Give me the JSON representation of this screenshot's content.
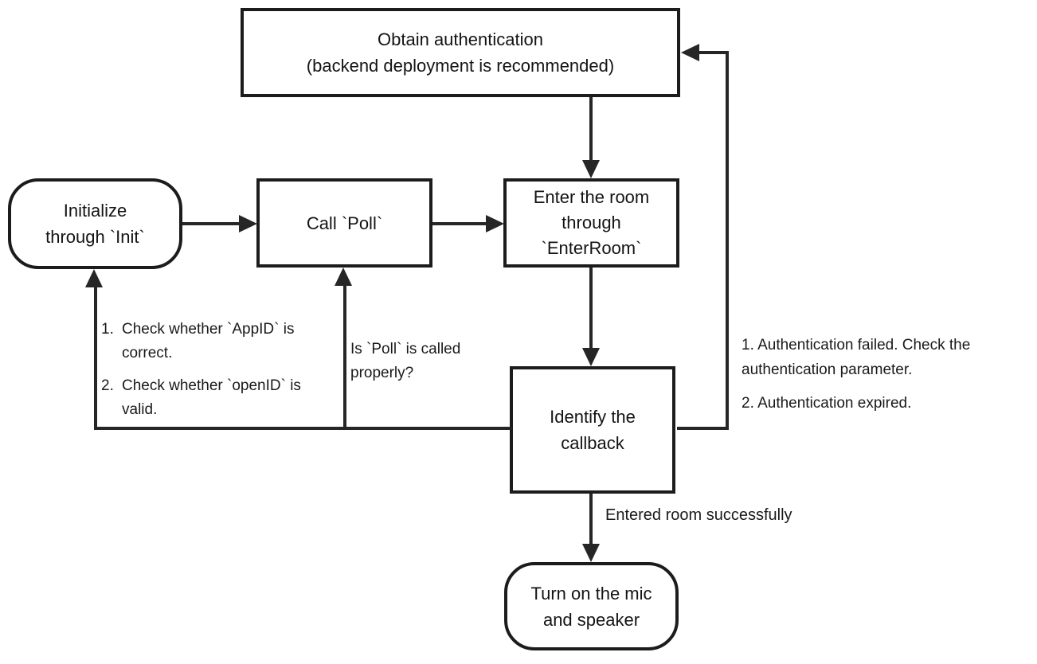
{
  "colors": {
    "background": "#ffffff",
    "line": "#262626",
    "text": "#1a1a1a"
  },
  "nodes": {
    "obtain_auth": {
      "label": "Obtain authentication\n(backend deployment is recommended)",
      "shape": "rect"
    },
    "init": {
      "label": "Initialize\nthrough `Init`",
      "shape": "rounded"
    },
    "call_poll": {
      "label": "Call `Poll`",
      "shape": "rect"
    },
    "enter_room": {
      "label": "Enter the room\nthrough\n`EnterRoom`",
      "shape": "rect"
    },
    "identify_callback": {
      "label": "Identify the\ncallback",
      "shape": "rect"
    },
    "mic_speaker": {
      "label": "Turn on the mic\nand speaker",
      "shape": "rounded"
    }
  },
  "notes": {
    "init_note": {
      "items": [
        {
          "num": "1.",
          "text": "Check whether `AppID` is correct."
        },
        {
          "num": "2.",
          "text": "Check whether `openID` is valid."
        }
      ]
    },
    "poll_note": {
      "text": "Is `Poll` is called properly?"
    },
    "auth_note": {
      "items": [
        "1. Authentication failed. Check the authentication parameter.",
        "2. Authentication expired."
      ]
    }
  },
  "edge_labels": {
    "entered_room": "Entered room successfully"
  }
}
